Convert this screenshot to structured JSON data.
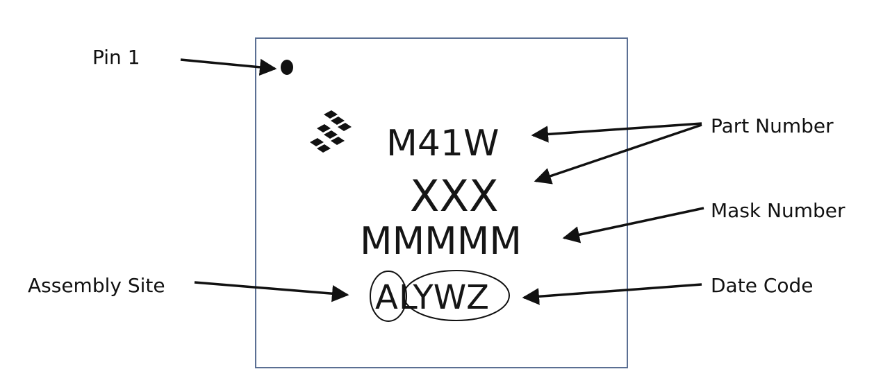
{
  "chip": {
    "outline_color": "#5b6f93",
    "marking_lines": {
      "part_number": "M41W",
      "part_suffix": "XXX",
      "mask_number": "MMMMM",
      "site_letter": "A",
      "date_code": "LYWZ"
    },
    "logo": "freescale-logo"
  },
  "callouts": {
    "pin1": "Pin 1",
    "part_number": "Part Number",
    "mask_number": "Mask Number",
    "assembly_site": "Assembly Site",
    "date_code": "Date Code"
  },
  "colors": {
    "text": "#111111",
    "arrow": "#111111",
    "chip_outline": "#5b6f93"
  }
}
